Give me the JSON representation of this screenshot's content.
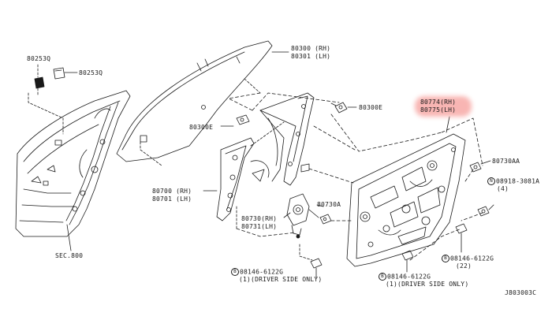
{
  "diagram": {
    "ref_code": "J803003C",
    "labels": {
      "p80253q_a": "80253Q",
      "p80253q_b": "80253Q",
      "p80300_rh": "80300 (RH)",
      "p80301_lh": "80301 (LH)",
      "p80300e_a": "80300E",
      "p80300e_b": "80300E",
      "p80774_rh": "80774(RH)",
      "p80775_lh": "80775(LH)",
      "p80730aa": "80730AA",
      "n08918_a": "08918-3081A",
      "n08918_b": "(4)",
      "p80700_rh": "80700 (RH)",
      "p80701_lh": "80701 (LH)",
      "p80730a": "80730A",
      "p80730_rh": "80730(RH)",
      "p80731_lh": "80731(LH)",
      "sec800": "SEC.800",
      "b08146_l1": "08146-6122G",
      "b08146_l2": "(1)(DRIVER SIDE ONLY)",
      "b08146_m1": "08146-6122G",
      "b08146_m2": "(1)(DRIVER SIDE ONLY)",
      "b08146_r1": "08146-6122G",
      "b08146_r2": "(22)"
    },
    "symbols": {
      "n_mark": "N",
      "b_mark": "B"
    },
    "highlight_color": "#f7a9a6"
  }
}
